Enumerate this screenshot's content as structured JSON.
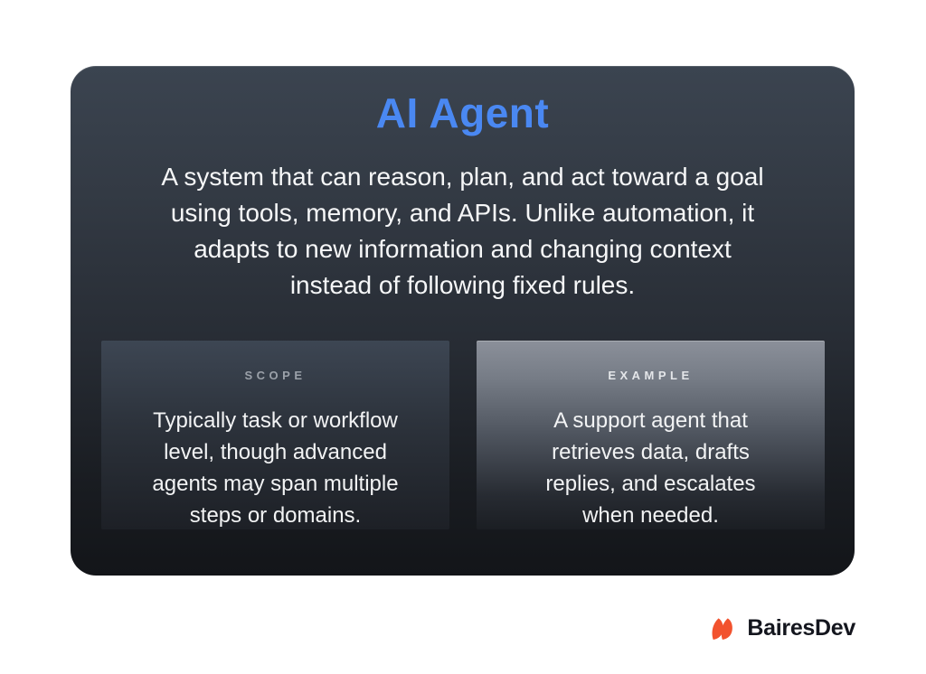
{
  "card": {
    "title": "AI Agent",
    "title_color": "#4a88f2",
    "description_lines": [
      "A system that can reason, plan, and act toward a goal",
      "using tools, memory, and APIs. Unlike automation, it",
      "adapts to new information and changing context",
      "instead of following fixed rules."
    ],
    "panels": [
      {
        "label": "SCOPE",
        "lines": [
          "Typically task or workflow",
          "level, though advanced",
          "agents may span multiple",
          "steps or domains."
        ]
      },
      {
        "label": "EXAMPLE",
        "lines": [
          "A support agent that",
          "retrieves data, drafts",
          "replies, and escalates",
          "when needed."
        ]
      }
    ]
  },
  "footer": {
    "brand": "BairesDev",
    "brand_color": "#14161e",
    "logo_accent_color": "#F2522E",
    "logo_icon": "bairesdev-petals-icon"
  },
  "colors": {
    "page_background": "#ffffff",
    "card_top": "#3b4450",
    "card_bottom": "#131519"
  }
}
